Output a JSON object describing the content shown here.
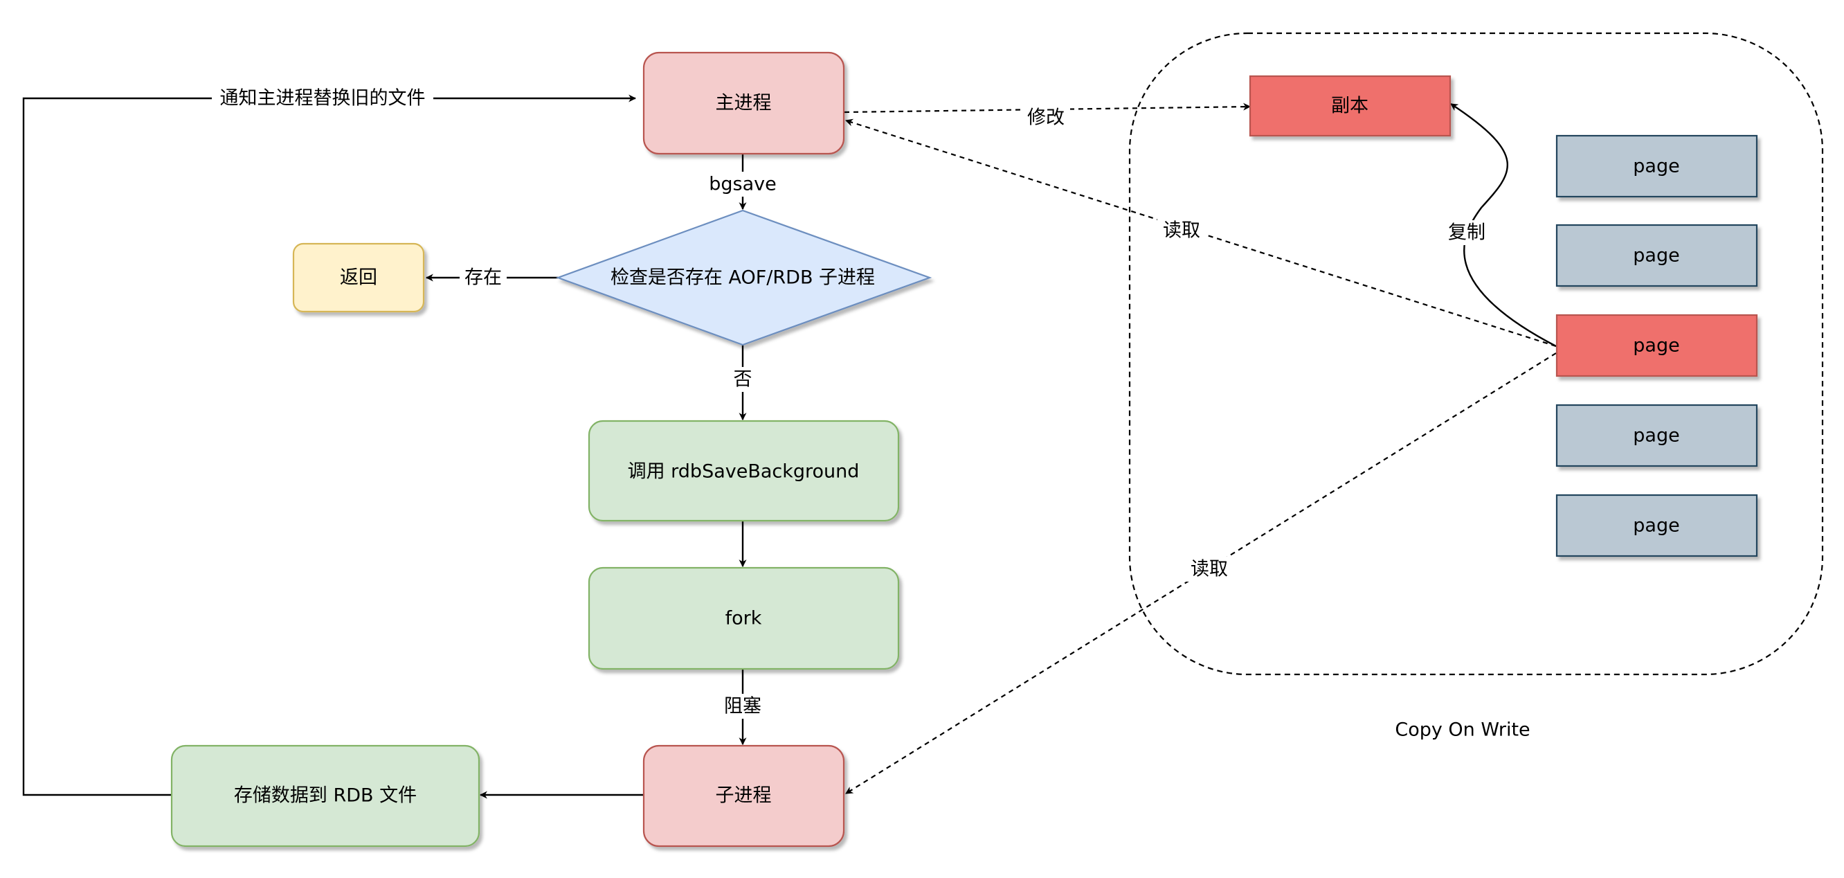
{
  "nodes": {
    "main_process": "主进程",
    "check": "检查是否存在 AOF/RDB 子进程",
    "return": "返回",
    "call_rdb": "调用 rdbSaveBackground",
    "fork": "fork",
    "child_process": "子进程",
    "store_rdb": "存储数据到 RDB 文件",
    "copy": "副本",
    "page_1": "page",
    "page_2": "page",
    "page_3": "page",
    "page_4": "page",
    "page_5": "page"
  },
  "edges": {
    "notify": "通知主进程替换旧的文件",
    "bgsave": "bgsave",
    "exists": "存在",
    "no": "否",
    "block": "阻塞",
    "modify": "修改",
    "read_top": "读取",
    "read_bottom": "读取",
    "duplicate": "复制"
  },
  "container": {
    "caption": "Copy On Write"
  },
  "colors": {
    "pink_fill": "#f4cccc",
    "pink_stroke": "#b85450",
    "blue_fill": "#dae8fc",
    "blue_stroke": "#6c8ebf",
    "yellow_fill": "#fff2cc",
    "yellow_stroke": "#d6b656",
    "green_fill": "#d5e8d4",
    "green_stroke": "#82b366",
    "red_fill": "#ef6f6c",
    "red_stroke": "#b85450",
    "gray_fill": "#bac8d3",
    "gray_stroke": "#23445d"
  }
}
